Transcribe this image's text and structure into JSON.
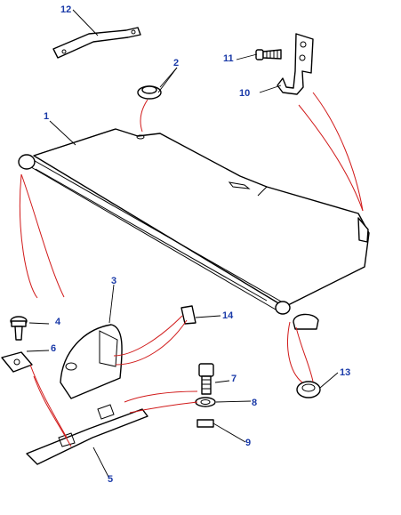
{
  "callouts": {
    "c1": "1",
    "c2": "2",
    "c3": "3",
    "c4": "4",
    "c5": "5",
    "c6": "6",
    "c7": "7",
    "c8": "8",
    "c9": "9",
    "c10": "10",
    "c11": "11",
    "c12": "12",
    "c13": "13",
    "c14": "14"
  },
  "colors": {
    "callout_text": "#1a3aa8",
    "association_lines": "#d11a1a",
    "outline": "#000000"
  }
}
